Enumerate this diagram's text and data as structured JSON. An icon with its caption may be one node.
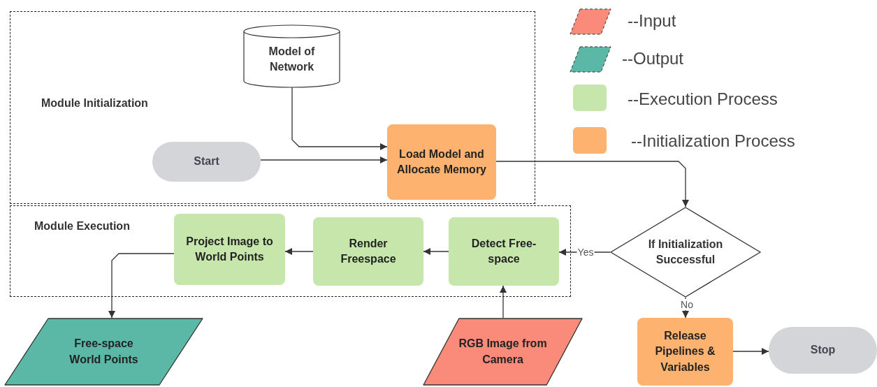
{
  "diagram": {
    "nodes": [
      {
        "text": [
          "Module Initialization"
        ]
      },
      {
        "text": [
          "Model of Network"
        ],
        "in": 0
      },
      {
        "text": [
          "Start"
        ],
        "in": 0
      },
      {
        "text": [
          "Load Model and Allocate Memory"
        ],
        "in": 0
      },
      {
        "text": [
          "Module Execution"
        ]
      },
      {
        "text": [
          "Project Image to World Points"
        ],
        "in": 4
      },
      {
        "text": [
          "Render Freespace"
        ],
        "in": 4
      },
      {
        "text": [
          "Detect Free-space"
        ],
        "in": 4
      },
      {
        "text": [
          "If Initialization Successful"
        ]
      },
      {
        "text": [
          "Free-space World Points"
        ]
      },
      {
        "text": [
          "RGB Image from Camera"
        ]
      },
      {
        "text": [
          "Release Pipelines & Variables"
        ]
      },
      {
        "text": [
          "Stop"
        ]
      }
    ],
    "edges": [
      {
        "from": 1,
        "to": 3,
        "arrow": "to"
      },
      {
        "from": 2,
        "to": 3,
        "arrow": "to"
      },
      {
        "from": 3,
        "to": 8,
        "arrow": "to"
      },
      {
        "from": 8,
        "to": 7,
        "arrow": "to",
        "label": "Yes"
      },
      {
        "from": 7,
        "to": 6,
        "arrow": "to"
      },
      {
        "from": 6,
        "to": 5,
        "arrow": "to"
      },
      {
        "from": 5,
        "to": 9,
        "arrow": "to"
      },
      {
        "from": 10,
        "to": 7,
        "arrow": "to"
      },
      {
        "from": 8,
        "to": 11,
        "arrow": "to",
        "label": "No"
      },
      {
        "from": 11,
        "to": 12,
        "arrow": "to"
      }
    ],
    "legend": [
      {
        "text": "--Input",
        "color": "#fa8a7a"
      },
      {
        "text": "--Output",
        "color": "#5bb8a6"
      },
      {
        "text": "--Execution Process",
        "color": "#c6e6ab"
      },
      {
        "text": "--Initialization Process",
        "color": "#fdb36f"
      }
    ]
  }
}
